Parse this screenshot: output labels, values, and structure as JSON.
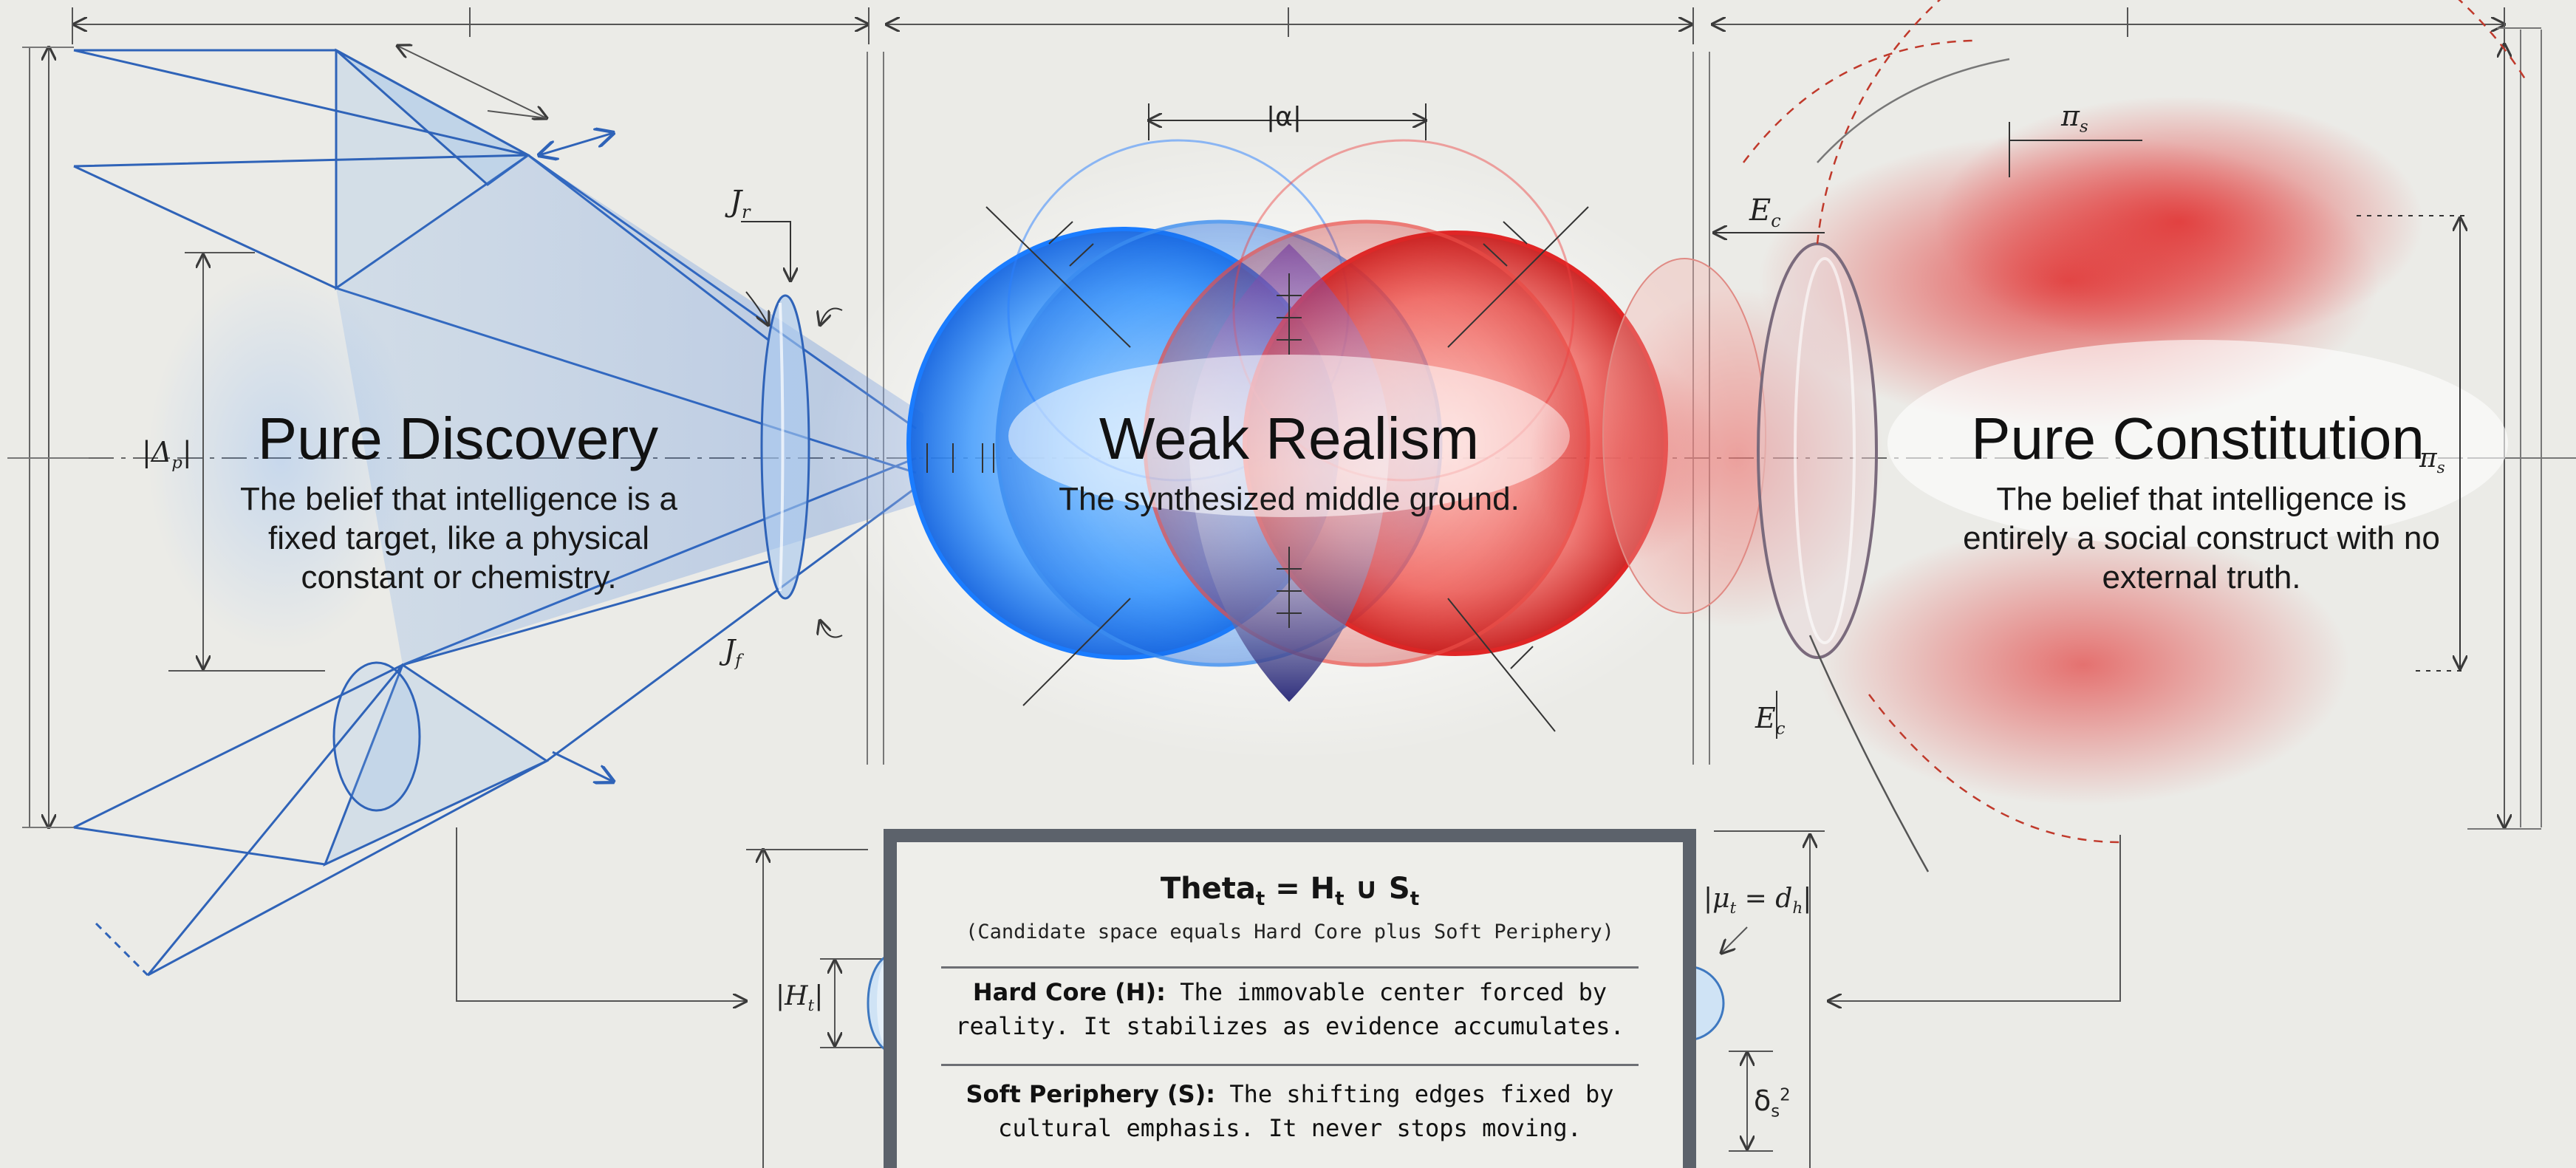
{
  "sections": {
    "discovery": {
      "title": "Pure Discovery",
      "description": "The belief that intelligence is a fixed target, like a physical constant or chemistry."
    },
    "realism": {
      "title": "Weak Realism",
      "description": "The synthesized middle ground."
    },
    "constitution": {
      "title": "Pure Constitution",
      "description": "The belief that intelligence is entirely a social construct with no external truth."
    }
  },
  "formula": {
    "lhs": "Theta",
    "lhs_sub": "t",
    "op1": " = H",
    "h_sub": "t",
    "op2": " ∪ S",
    "s_sub": "t",
    "caption": "(Candidate space equals Hard Core plus Soft Periphery)",
    "hard_core_term": "Hard Core (H):",
    "hard_core_text": " The immovable center forced by reality. It stabilizes as evidence accumulates.",
    "soft_periphery_term": "Soft Periphery (S):",
    "soft_periphery_text": " The shifting edges fixed by cultural emphasis. It never stops moving."
  },
  "annotations": {
    "alpha": "|α|",
    "j_r": "J",
    "j_r_sub": "r",
    "j_f": "J",
    "j_f_sub": "f",
    "delta_p": "|Δ",
    "delta_p_sub": "p",
    "delta_p_end": "|",
    "e_c_top": "E",
    "e_c_top_sub": "c",
    "e_c_bottom": "E",
    "e_c_bottom_sub": "c",
    "pi_s_top": "π",
    "pi_s_top_sub": "s",
    "pi_s_right": "π",
    "pi_s_right_sub": "s",
    "h_t": "|H",
    "h_t_sub": "t",
    "h_t_end": "|",
    "mu_t": "|μ",
    "mu_t_sub": "t",
    "mu_t_mid": " = d",
    "mu_t_sub2": "h",
    "mu_t_end": "|",
    "delta_s": "δ",
    "delta_s_sub": "s",
    "delta_s_sup": "2"
  },
  "colors": {
    "background": "#ebebe7",
    "blueprint_blue": "#2f63b8",
    "discovery_blue": "#1f8fff",
    "constitution_red": "#e02a2a",
    "overlap_indigo": "#3a3aa0",
    "box_border": "#5c626b"
  }
}
